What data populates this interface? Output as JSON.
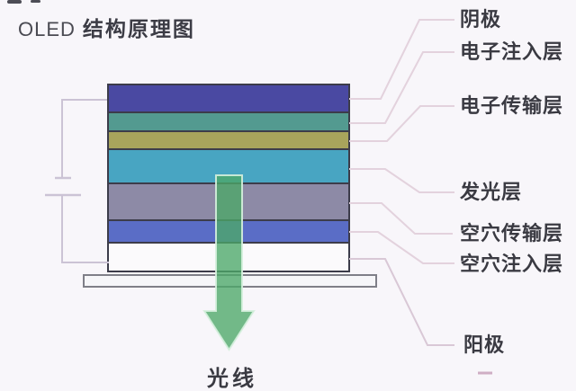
{
  "title": {
    "en": "OLED",
    "zh": "结构原理图"
  },
  "diagram": {
    "layers": [
      {
        "id": "cathode",
        "label": "阴极",
        "color": "#4A49A2"
      },
      {
        "id": "electron-injection",
        "label": "电子注入层",
        "color": "#539A90"
      },
      {
        "id": "electron-transport",
        "label": "电子传输层",
        "color": "#A8A45C"
      },
      {
        "id": "emissive",
        "label": "发光层",
        "color": "#48A5C2"
      },
      {
        "id": "hole-transport",
        "label": "空穴传输层",
        "color": "#8D8AA6"
      },
      {
        "id": "hole-injection",
        "label": "空穴注入层",
        "color": "#5A6DC6"
      },
      {
        "id": "anode",
        "label": "阳极",
        "color": "#FBFAFC"
      }
    ],
    "light_label": "光线"
  },
  "colors": {
    "background": "#F8F6FA",
    "connector": "#E3D2DD",
    "anode_connector": "#D9C8D6",
    "wire": "#CBC3D5",
    "arrow_fill": "rgba(76,168,104,0.78)",
    "arrow_outline": "rgba(213,239,221,0.9)",
    "dash": "#CFAEC4",
    "layer_border": "#3C3C4A",
    "text": "#3A3A42"
  }
}
